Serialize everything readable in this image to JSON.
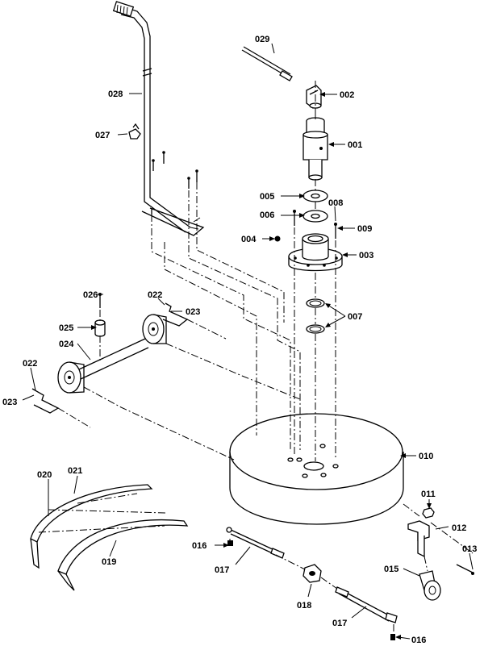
{
  "parts": [
    {
      "id": "p001",
      "number": "001"
    },
    {
      "id": "p002",
      "number": "002"
    },
    {
      "id": "p003",
      "number": "003"
    },
    {
      "id": "p004",
      "number": "004"
    },
    {
      "id": "p005",
      "number": "005"
    },
    {
      "id": "p006",
      "number": "006"
    },
    {
      "id": "p007",
      "number": "007"
    },
    {
      "id": "p008",
      "number": "008"
    },
    {
      "id": "p009",
      "number": "009"
    },
    {
      "id": "p010",
      "number": "010"
    },
    {
      "id": "p011",
      "number": "011"
    },
    {
      "id": "p012",
      "number": "012"
    },
    {
      "id": "p013",
      "number": "013"
    },
    {
      "id": "p015",
      "number": "015"
    },
    {
      "id": "p016a",
      "number": "016"
    },
    {
      "id": "p016b",
      "number": "016"
    },
    {
      "id": "p017a",
      "number": "017"
    },
    {
      "id": "p017b",
      "number": "017"
    },
    {
      "id": "p018",
      "number": "018"
    },
    {
      "id": "p019",
      "number": "019"
    },
    {
      "id": "p020",
      "number": "020"
    },
    {
      "id": "p021",
      "number": "021"
    },
    {
      "id": "p022a",
      "number": "022"
    },
    {
      "id": "p022b",
      "number": "022"
    },
    {
      "id": "p023a",
      "number": "023"
    },
    {
      "id": "p023b",
      "number": "023"
    },
    {
      "id": "p024",
      "number": "024"
    },
    {
      "id": "p025",
      "number": "025"
    },
    {
      "id": "p026",
      "number": "026"
    },
    {
      "id": "p027",
      "number": "027"
    },
    {
      "id": "p028",
      "number": "028"
    },
    {
      "id": "p029",
      "number": "029"
    }
  ]
}
